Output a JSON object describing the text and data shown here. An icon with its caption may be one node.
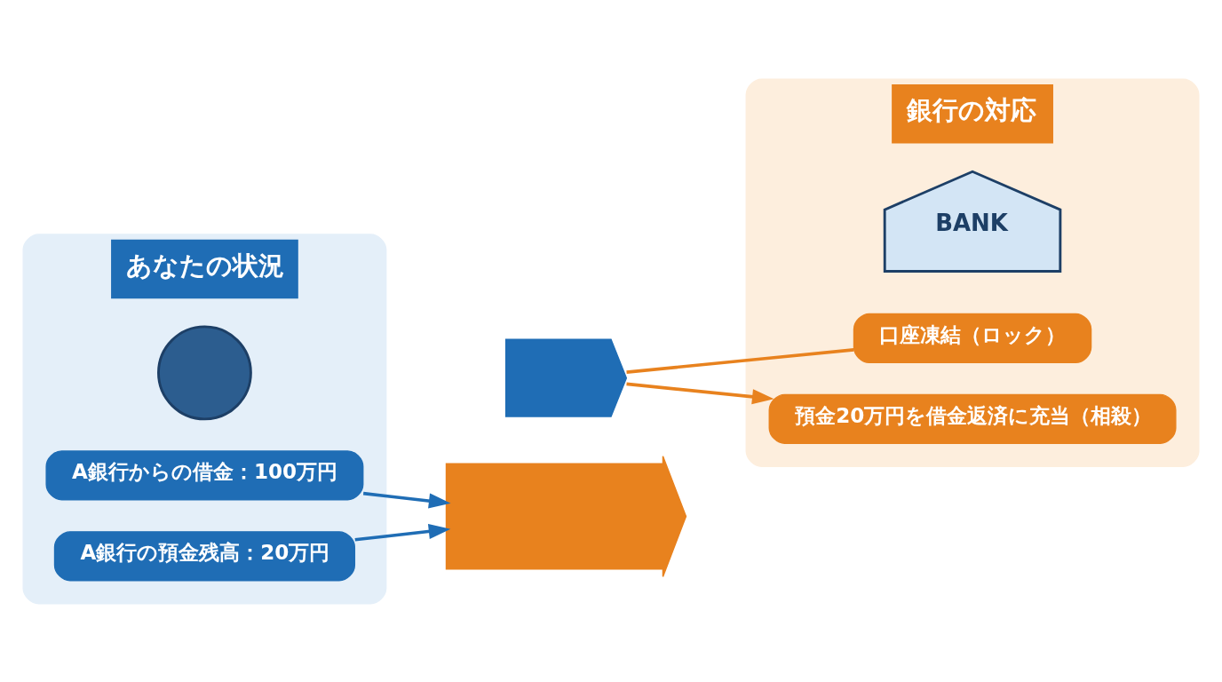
{
  "diagram": {
    "nodes": [
      {
        "text": [
          "あなたの状況"
        ]
      },
      {
        "text": [],
        "shape": "person",
        "in": 0
      },
      {
        "text": [
          "A銀行からの借金：100万円"
        ],
        "in": 0
      },
      {
        "text": [
          "A銀行の預金残高：20万円"
        ],
        "in": 0
      },
      {
        "text": [],
        "shape": "arrow"
      },
      {
        "text": [],
        "shape": "chevron"
      },
      {
        "text": [
          "銀行の対応"
        ]
      },
      {
        "text": [
          "BANK"
        ],
        "in": 6
      },
      {
        "text": [
          "口座凍結（ロック）"
        ],
        "in": 6
      },
      {
        "text": [
          "預金20万円を借金返済に充当（相殺）"
        ],
        "in": 6
      }
    ],
    "edges": [
      {
        "from": 2,
        "to": 4,
        "arrow": "to"
      },
      {
        "from": 3,
        "to": 4,
        "arrow": "to"
      },
      {
        "from": 5,
        "to": 8,
        "arrow": "none",
        "color": "#e8821e"
      },
      {
        "from": 5,
        "to": 9,
        "arrow": "to",
        "color": "#e8821e"
      }
    ]
  }
}
